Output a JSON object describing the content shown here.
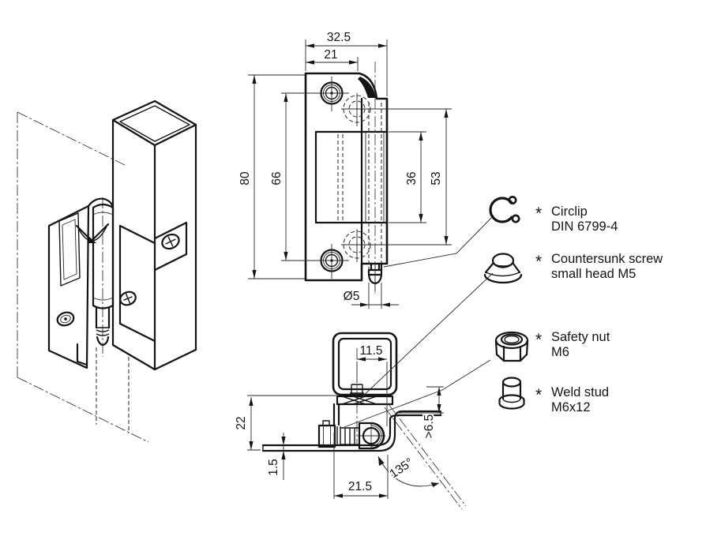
{
  "meta": {
    "background": "#ffffff",
    "line_color": "#141414"
  },
  "dims": {
    "front": {
      "overall_width": "32.5",
      "hole_offset_width": "21",
      "overall_height": "80",
      "screw_spacing": "66",
      "barrel_length": "36",
      "pivot_hole_spacing": "53",
      "stud_diameter": "Ø5"
    },
    "side": {
      "stud_offset": "11.5",
      "bracket_depth": "22",
      "sheet_thickness": "1.5",
      "leaf_length": "21.5",
      "opening_angle": "135°",
      "min_clearance": ">6.5"
    }
  },
  "parts": [
    {
      "marker": "*",
      "label": "Circlip",
      "spec": "DIN 6799-4"
    },
    {
      "marker": "*",
      "label": "Countersunk screw",
      "spec": "small head M5"
    },
    {
      "marker": "*",
      "label": "Safety nut",
      "spec": "M6"
    },
    {
      "marker": "*",
      "label": "Weld stud",
      "spec": "M6x12"
    }
  ]
}
